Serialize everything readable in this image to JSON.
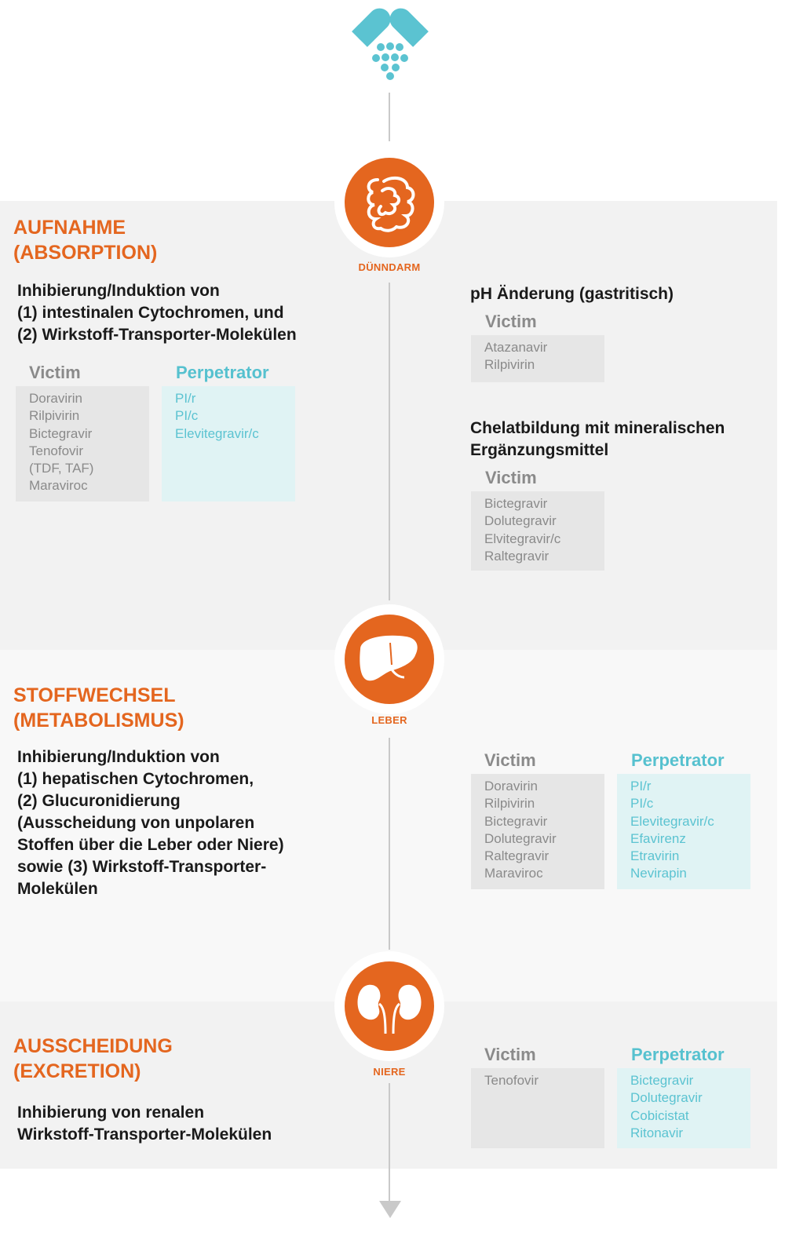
{
  "colors": {
    "accent_orange": "#e4661f",
    "teal": "#5bc3d1",
    "gray_text": "#8a8a8a"
  },
  "top_icon": "pill-capsule-icon",
  "organs": [
    {
      "icon": "small-intestine-icon",
      "label": "DÜNNDARM"
    },
    {
      "icon": "liver-icon",
      "label": "LEBER"
    },
    {
      "icon": "kidneys-icon",
      "label": "NIERE"
    }
  ],
  "absorption": {
    "title": "AUFNAHME\n(ABSORPTION)",
    "description": "Inhibierung/Induktion von\n(1) intestinalen Cytochromen, und\n(2) Wirkstoff-Transporter-Molekülen",
    "victim_label": "Victim",
    "victims": [
      "Doravirin",
      "Rilpivirin",
      "Bictegravir",
      "Tenofovir",
      "(TDF, TAF)",
      "Maraviroc"
    ],
    "perpetrator_label": "Perpetrator",
    "perpetrators": [
      "PI/r",
      "PI/c",
      "Elevitegravir/c"
    ],
    "ph": {
      "title": "pH Änderung (gastritisch)",
      "victim_label": "Victim",
      "victims": [
        "Atazanavir",
        "Rilpivirin"
      ]
    },
    "chelat": {
      "title": "Chelatbildung mit mineralischen\nErgänzungsmittel",
      "victim_label": "Victim",
      "victims": [
        "Bictegravir",
        "Dolutegravir",
        "Elvitegravir/c",
        "Raltegravir"
      ]
    }
  },
  "metabolism": {
    "title": "STOFFWECHSEL\n(METABOLISMUS)",
    "description": "Inhibierung/Induktion von\n(1) hepatischen Cytochromen,\n(2) Glucuronidierung\n(Ausscheidung von unpolaren\nStoffen über die Leber oder Niere)\nsowie (3) Wirkstoff-Transporter-\nMolekülen",
    "victim_label": "Victim",
    "victims": [
      "Doravirin",
      "Rilpivirin",
      "Bictegravir",
      "Dolutegravir",
      "Raltegravir",
      "Maraviroc"
    ],
    "perpetrator_label": "Perpetrator",
    "perpetrators": [
      "PI/r",
      "PI/c",
      "Elevitegravir/c",
      "Efavirenz",
      "Etravirin",
      "Nevirapin"
    ]
  },
  "excretion": {
    "title": "AUSSCHEIDUNG\n(EXCRETION)",
    "description": "Inhibierung von renalen\nWirkstoff-Transporter-Molekülen",
    "victim_label": "Victim",
    "victims": [
      "Tenofovir"
    ],
    "perpetrator_label": "Perpetrator",
    "perpetrators": [
      "Bictegravir",
      "Dolutegravir",
      "Cobicistat",
      "Ritonavir"
    ]
  }
}
